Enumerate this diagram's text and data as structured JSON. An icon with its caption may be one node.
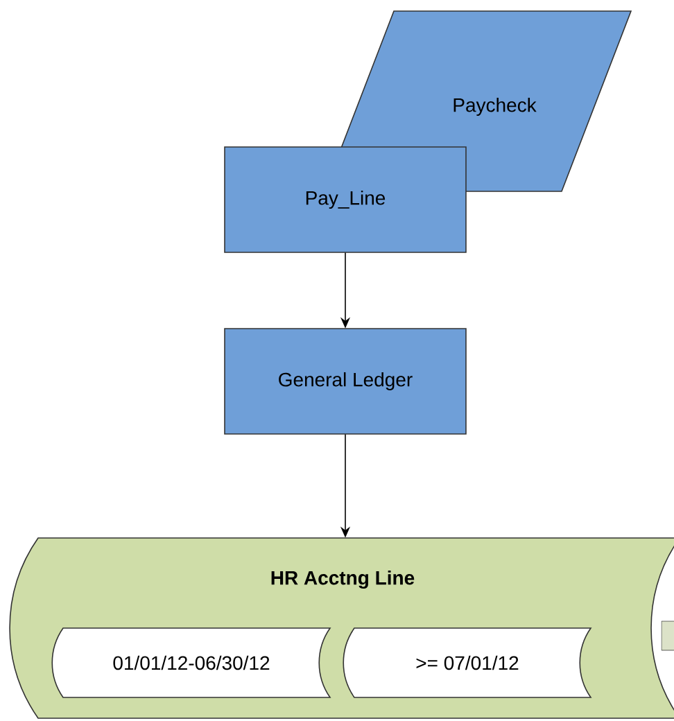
{
  "diagram": {
    "nodes": [
      {
        "text": [
          "Paycheck"
        ]
      },
      {
        "text": [
          "Pay_Line"
        ]
      },
      {
        "text": [
          "General Ledger"
        ]
      },
      {
        "text": [
          "HR Acctng Line"
        ]
      },
      {
        "text": [
          "01/01/12-06/30/12"
        ],
        "in": 3
      },
      {
        "text": [
          ">= 07/01/12"
        ],
        "in": 3
      }
    ],
    "edges": [
      {
        "from": 1,
        "to": 2,
        "arrow": "to"
      },
      {
        "from": 2,
        "to": 3,
        "arrow": "to"
      }
    ]
  }
}
